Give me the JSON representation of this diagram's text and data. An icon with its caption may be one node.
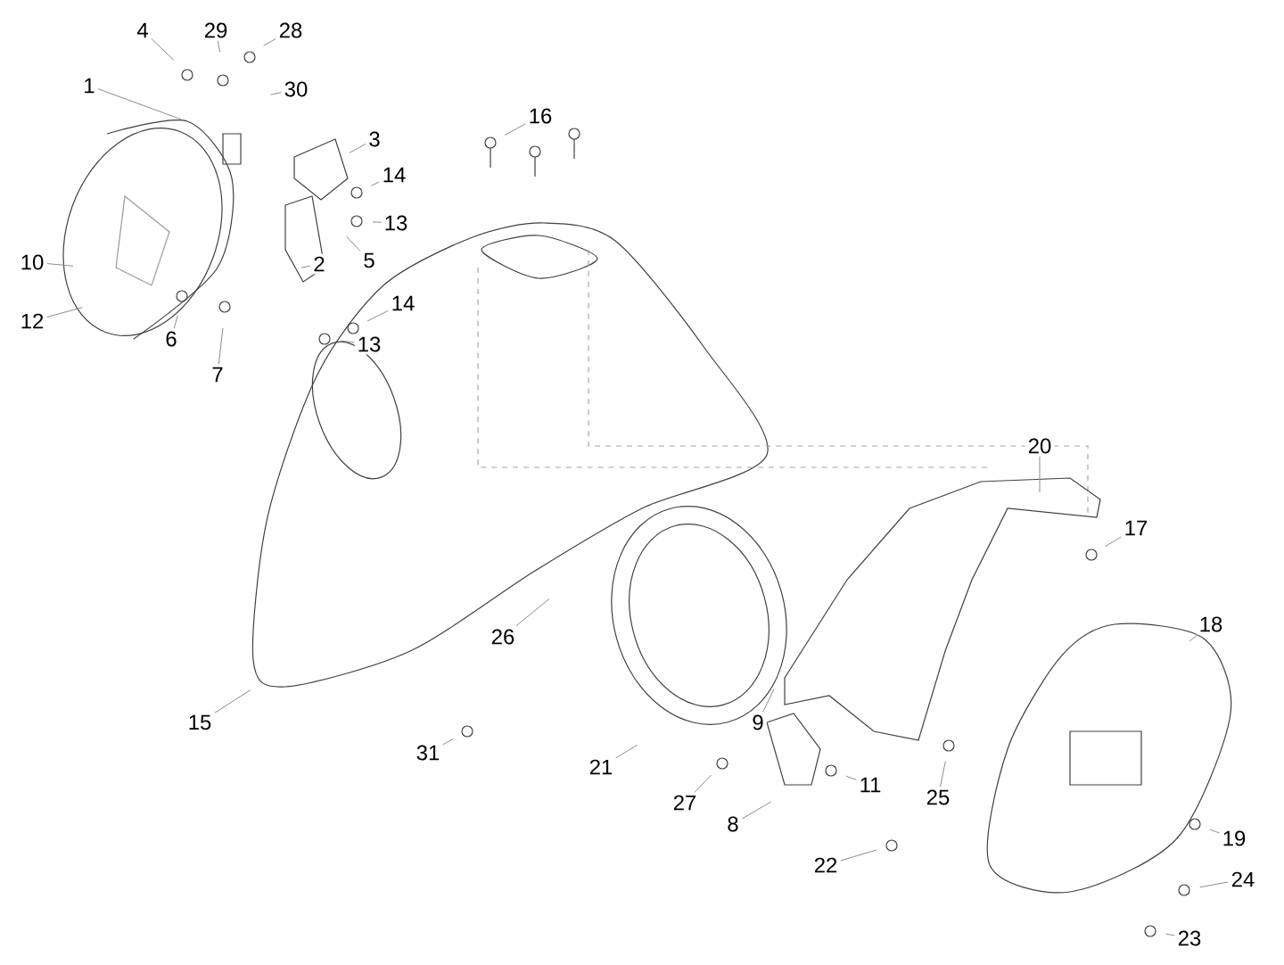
{
  "diagram": {
    "nodes": [
      {
        "text": [
          "4"
        ]
      },
      {
        "text": [
          "29"
        ]
      },
      {
        "text": [
          "28"
        ]
      },
      {
        "text": [
          "1"
        ]
      },
      {
        "text": [
          "30"
        ]
      },
      {
        "text": [
          "3"
        ]
      },
      {
        "text": [
          "14"
        ]
      },
      {
        "text": [
          "13"
        ]
      },
      {
        "text": [
          "5"
        ]
      },
      {
        "text": [
          "10"
        ]
      },
      {
        "text": [
          "2"
        ]
      },
      {
        "text": [
          "12"
        ]
      },
      {
        "text": [
          "6"
        ]
      },
      {
        "text": [
          "7"
        ]
      },
      {
        "text": [
          "14"
        ]
      },
      {
        "text": [
          "13"
        ]
      },
      {
        "text": [
          "16"
        ]
      },
      {
        "text": [
          "20"
        ]
      },
      {
        "text": [
          "17"
        ]
      },
      {
        "text": [
          "26"
        ]
      },
      {
        "text": [
          "18"
        ]
      },
      {
        "text": [
          "15"
        ]
      },
      {
        "text": [
          "9"
        ]
      },
      {
        "text": [
          "31"
        ]
      },
      {
        "text": [
          "21"
        ]
      },
      {
        "text": [
          "11"
        ]
      },
      {
        "text": [
          "25"
        ]
      },
      {
        "text": [
          "27"
        ]
      },
      {
        "text": [
          "8"
        ]
      },
      {
        "text": [
          "22"
        ]
      },
      {
        "text": [
          "19"
        ]
      },
      {
        "text": [
          "24"
        ]
      },
      {
        "text": [
          "23"
        ]
      }
    ],
    "edges": [
      {
        "from": 0,
        "to": null,
        "arrow": "none"
      },
      {
        "from": 1,
        "to": null,
        "arrow": "none"
      },
      {
        "from": 2,
        "to": null,
        "arrow": "none"
      },
      {
        "from": 3,
        "to": null,
        "arrow": "none"
      },
      {
        "from": 4,
        "to": null,
        "arrow": "none"
      },
      {
        "from": 5,
        "to": null,
        "arrow": "none"
      },
      {
        "from": 6,
        "to": null,
        "arrow": "none"
      },
      {
        "from": 7,
        "to": null,
        "arrow": "none"
      },
      {
        "from": 8,
        "to": null,
        "arrow": "none"
      },
      {
        "from": 9,
        "to": null,
        "arrow": "none"
      },
      {
        "from": 10,
        "to": null,
        "arrow": "none"
      },
      {
        "from": 11,
        "to": null,
        "arrow": "none"
      },
      {
        "from": 12,
        "to": null,
        "arrow": "none"
      },
      {
        "from": 13,
        "to": null,
        "arrow": "none"
      },
      {
        "from": 14,
        "to": null,
        "arrow": "none"
      },
      {
        "from": 15,
        "to": null,
        "arrow": "none"
      },
      {
        "from": 16,
        "to": null,
        "arrow": "none"
      },
      {
        "from": 17,
        "to": null,
        "arrow": "none"
      },
      {
        "from": 18,
        "to": null,
        "arrow": "none"
      },
      {
        "from": 19,
        "to": null,
        "arrow": "none"
      },
      {
        "from": 20,
        "to": null,
        "arrow": "none"
      },
      {
        "from": 21,
        "to": null,
        "arrow": "none"
      },
      {
        "from": 22,
        "to": null,
        "arrow": "none"
      },
      {
        "from": 23,
        "to": null,
        "arrow": "none"
      },
      {
        "from": 24,
        "to": null,
        "arrow": "none"
      },
      {
        "from": 25,
        "to": null,
        "arrow": "none"
      },
      {
        "from": 26,
        "to": null,
        "arrow": "none"
      },
      {
        "from": 27,
        "to": null,
        "arrow": "none"
      },
      {
        "from": 28,
        "to": null,
        "arrow": "none"
      },
      {
        "from": 29,
        "to": null,
        "arrow": "none"
      },
      {
        "from": 30,
        "to": null,
        "arrow": "none"
      },
      {
        "from": 31,
        "to": null,
        "arrow": "none"
      },
      {
        "from": 32,
        "to": null,
        "arrow": "none"
      }
    ]
  }
}
